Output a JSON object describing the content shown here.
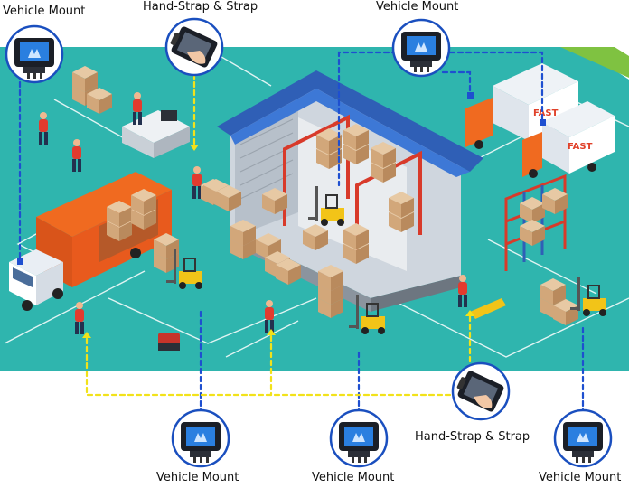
{
  "labels": {
    "vm_top_left": "Vehicle Mount",
    "hs_top": "Hand-Strap & Strap",
    "vm_top_right": "Vehicle Mount",
    "hs_right": "Hand-Strap & Strap",
    "vm_bottom_1": "Vehicle Mount",
    "vm_bottom_2": "Vehicle Mount",
    "vm_bottom_3": "Vehicle Mount"
  },
  "truck_text": "FAST",
  "colors": {
    "floor": "#2fb5ae",
    "floor_lines": "#ffffff",
    "roof": "#2f5fb6",
    "link_vehicle": "#1e4fd0",
    "link_hand": "#f2e21a",
    "circle_border": "#1a4fbf",
    "tablet_screen": "#2a7fe0"
  },
  "icons": [
    "vehicle-mount-tablet-icon",
    "hand-strap-tablet-icon"
  ]
}
